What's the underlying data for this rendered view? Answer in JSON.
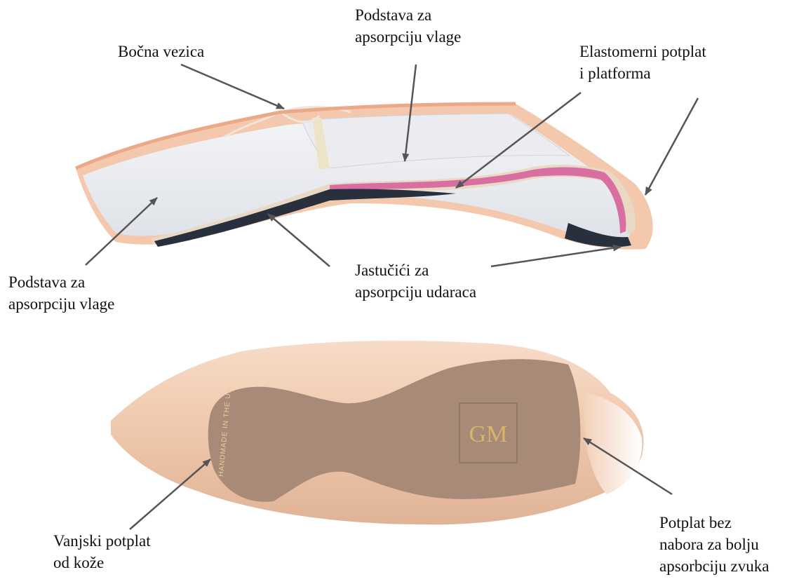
{
  "diagram": {
    "top_shoe": {
      "name": "pointe-shoe-cross-section",
      "labels": {
        "lateral_string": "Bočna vezica",
        "moisture_lining_top": [
          "Podstava za",
          "apsorpciju vlage"
        ],
        "elastomer_sole": [
          "Elastomerni potplat",
          "i platforma"
        ],
        "moisture_lining_left": [
          "Podstava za",
          "apsorpciju vlage"
        ],
        "shock_pads": [
          "Jastučići za",
          "apsorpciju udaraca"
        ]
      }
    },
    "bottom_shoe": {
      "name": "pointe-shoe-sole-view",
      "sole_stamp": "HANDMADE IN THE UK",
      "logo_text": "GM",
      "labels": {
        "leather_outsole": [
          "Vanjski potplat",
          "od kože"
        ],
        "pleatless_sole": [
          "Potplat bez",
          "nabora za bolju",
          "apsorbciju zvuka"
        ]
      }
    },
    "colors": {
      "satin": "#f0c9ae",
      "satin_shadow": "#d9a98c",
      "lining": "#e8eaee",
      "pink_layer": "#d96fa0",
      "dark_pad": "#27303c",
      "leather": "#a88a78",
      "arrow": "#555555"
    }
  }
}
